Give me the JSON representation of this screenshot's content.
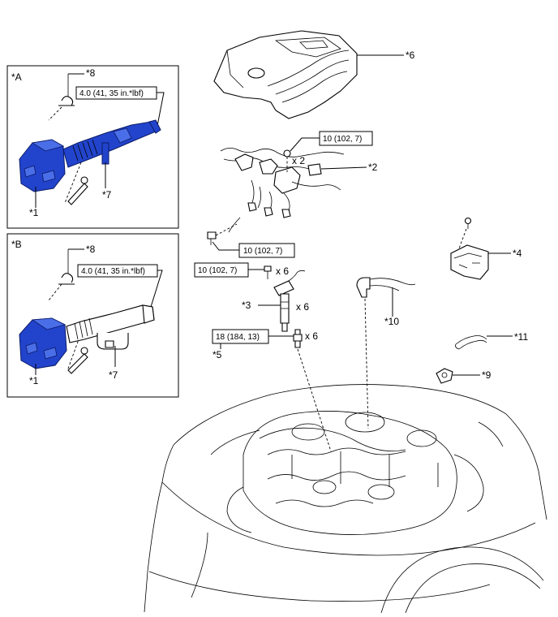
{
  "colors": {
    "highlight_part": "#2244cc",
    "line": "#000000",
    "background": "#ffffff"
  },
  "panel_a": {
    "tag": "*A",
    "callout_8": "*8",
    "spec": "4.0 (41, 35 in.*lbf)",
    "callout_1": "*1",
    "callout_7": "*7"
  },
  "panel_b": {
    "tag": "*B",
    "callout_8": "*8",
    "spec": "4.0 (41, 35 in.*lbf)",
    "callout_1": "*1",
    "callout_7": "*7"
  },
  "callouts": {
    "c6": "*6",
    "c2": "*2",
    "c4": "*4",
    "c3": "*3",
    "c5": "*5",
    "c10": "*10",
    "c11": "*11",
    "c9": "*9"
  },
  "torque": {
    "nut_wire": "10 (102, 7)",
    "bolt_wire": "10 (102, 7)",
    "coil_bolt": "10 (102, 7)",
    "spark_plug": "18 (184, 13)"
  },
  "quantities": {
    "nut_wire": "x 2",
    "coil_bolt": "x 6",
    "coil": "x 6",
    "spark_plug": "x 6"
  }
}
